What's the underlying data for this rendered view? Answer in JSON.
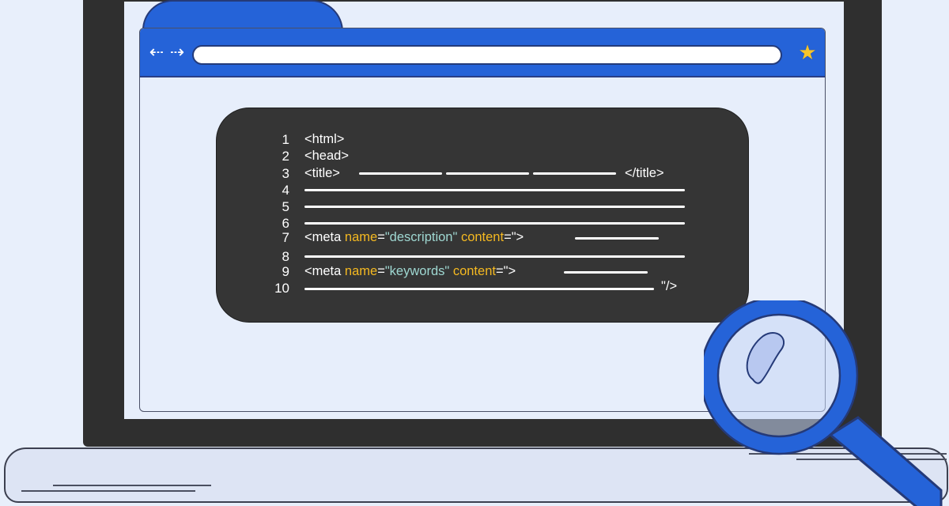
{
  "browser": {
    "back_icon": "arrow-left-icon",
    "forward_icon": "arrow-right-icon",
    "bookmark_icon": "star-icon",
    "address_value": ""
  },
  "code_lines": [
    {
      "number": "1",
      "text": "<html>"
    },
    {
      "number": "2",
      "text": "<head>"
    },
    {
      "number": "3",
      "text": "<title>",
      "tail": "</title>"
    },
    {
      "number": "4"
    },
    {
      "number": "5"
    },
    {
      "number": "6"
    },
    {
      "number": "7",
      "prefix": "<meta ",
      "name_attr": "name",
      "equals1": "=",
      "name_value": "\"description\"",
      "content_attr": "content",
      "equals2": "=\">"
    },
    {
      "number": "8"
    },
    {
      "number": "9",
      "prefix": "<meta ",
      "name_attr": "name",
      "equals1": "=",
      "name_value": "\"keywords\"",
      "content_attr": "content",
      "equals2": "=\">"
    },
    {
      "number": "10",
      "tail": "\"/>"
    }
  ],
  "colors": {
    "browser_accent": "#2563d8",
    "code_background": "#353535",
    "attribute_name": "#f5b921",
    "attribute_value": "#9fd8d2",
    "bookmark_star": "#f7c52b",
    "magnifier": "#2563d8"
  },
  "decor": {
    "magnifier_icon": "magnifying-glass-icon"
  }
}
